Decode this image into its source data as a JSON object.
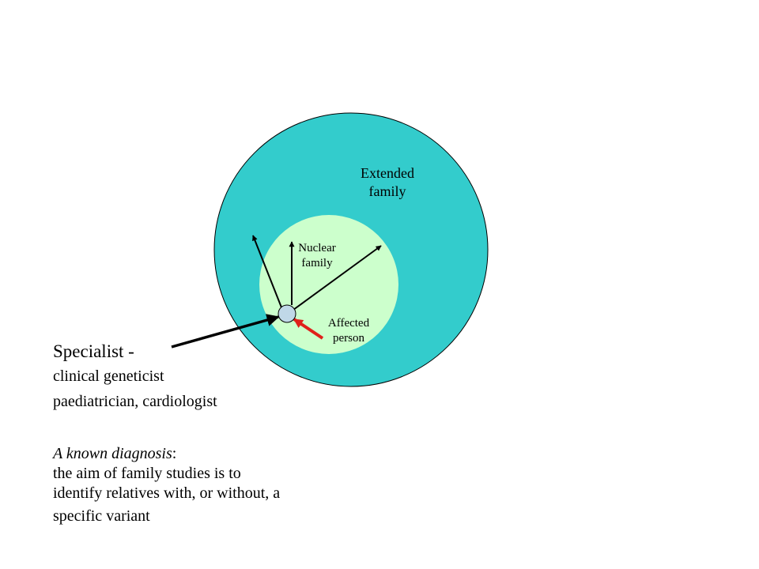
{
  "diagram": {
    "extended_label_lines": [
      "Extended",
      "family"
    ],
    "nuclear_label_lines": [
      "Nuclear",
      "family"
    ],
    "affected_label_lines": [
      "Affected",
      "person"
    ],
    "colors": {
      "extended_circle": "#33cccc",
      "nuclear_circle": "#ccffcc",
      "person_circle": "#c0d8e8",
      "highlight_arrow": "#e0201a",
      "arrows": "#000000"
    }
  },
  "specialist": {
    "title": "Specialist -",
    "line1": "clinical geneticist",
    "line2": "paediatrician, cardiologist"
  },
  "diagnosis": {
    "heading": "A known diagnosis",
    "heading_suffix": ":",
    "line1": "the aim of family studies is to",
    "line2": "identify relatives with, or without, a",
    "line3": "specific variant"
  }
}
